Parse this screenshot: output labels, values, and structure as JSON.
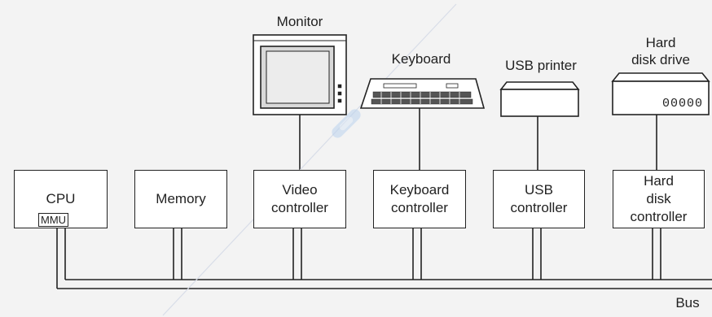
{
  "devices": {
    "monitor": "Monitor",
    "keyboard": "Keyboard",
    "printer": "USB printer",
    "disk_line1": "Hard",
    "disk_line2": "disk drive"
  },
  "controllers": {
    "cpu": "CPU",
    "mmu": "MMU",
    "memory": "Memory",
    "video_line1": "Video",
    "video_line2": "controller",
    "keyboard_line1": "Keyboard",
    "keyboard_line2": "controller",
    "usb_line1": "USB",
    "usb_line2": "controller",
    "disk_line1": "Hard",
    "disk_line2": "disk",
    "disk_line3": "controller"
  },
  "bus_label": "Bus",
  "disk_indicator": "00000"
}
